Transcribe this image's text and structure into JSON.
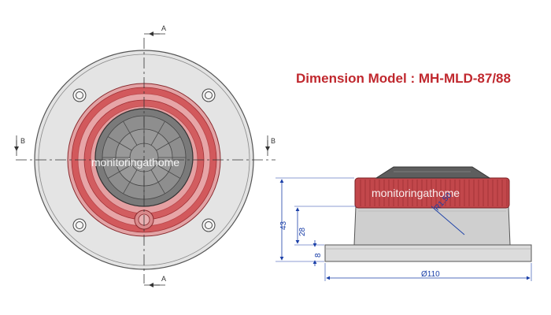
{
  "title": "Dimension Model : MH-MLD-87/88",
  "watermark": "monitoringathome",
  "section_labels": {
    "a_top": "A",
    "a_bottom": "A",
    "b_left": "B",
    "b_right": "B"
  },
  "dimensions": {
    "total_height": "43",
    "body_height": "28",
    "base_height": "8",
    "diameter": "Ø110",
    "radius": "R1.50"
  },
  "colors": {
    "lens_red": "#d2595c",
    "base_gray": "#d8d8d8",
    "dimension_blue": "#1a3fa8",
    "title_red": "#c0282e"
  }
}
